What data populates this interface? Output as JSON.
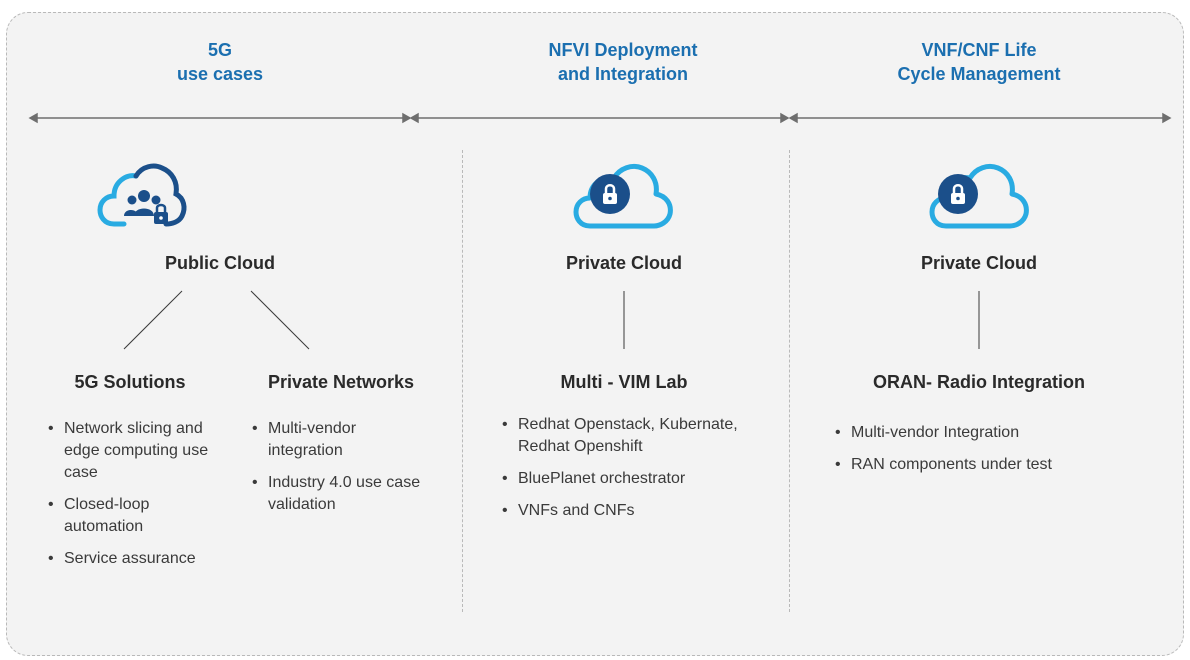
{
  "columns": [
    {
      "header_line1": "5G",
      "header_line2": "use cases",
      "cloud_title": "Public Cloud",
      "cloud_icon": "cloud-users-lock-icon",
      "subsections": [
        {
          "title": "5G Solutions",
          "items": [
            "Network slicing and edge computing use case",
            "Closed-loop automation",
            "Service assurance"
          ]
        },
        {
          "title": "Private Networks",
          "items": [
            "Multi-vendor integration",
            "Industry 4.0 use case validation"
          ]
        }
      ]
    },
    {
      "header_line1": "NFVI Deployment",
      "header_line2": "and Integration",
      "cloud_title": "Private Cloud",
      "cloud_icon": "cloud-lock-icon",
      "subsections": [
        {
          "title": "Multi - VIM Lab",
          "items": [
            "Redhat Openstack, Kubernate, Redhat Openshift",
            "BluePlanet orchestrator",
            "VNFs and CNFs"
          ]
        }
      ]
    },
    {
      "header_line1": "VNF/CNF Life",
      "header_line2": "Cycle Management",
      "cloud_title": "Private Cloud",
      "cloud_icon": "cloud-lock-icon",
      "subsections": [
        {
          "title": "ORAN- Radio Integration",
          "items": [
            "Multi-vendor Integration",
            "RAN components under test"
          ]
        }
      ]
    }
  ],
  "colors": {
    "accent_blue": "#1b6fb0",
    "cloud_light_blue": "#29abe2",
    "cloud_dark_blue": "#1b4f8a",
    "line_gray": "#6e6e6e"
  }
}
